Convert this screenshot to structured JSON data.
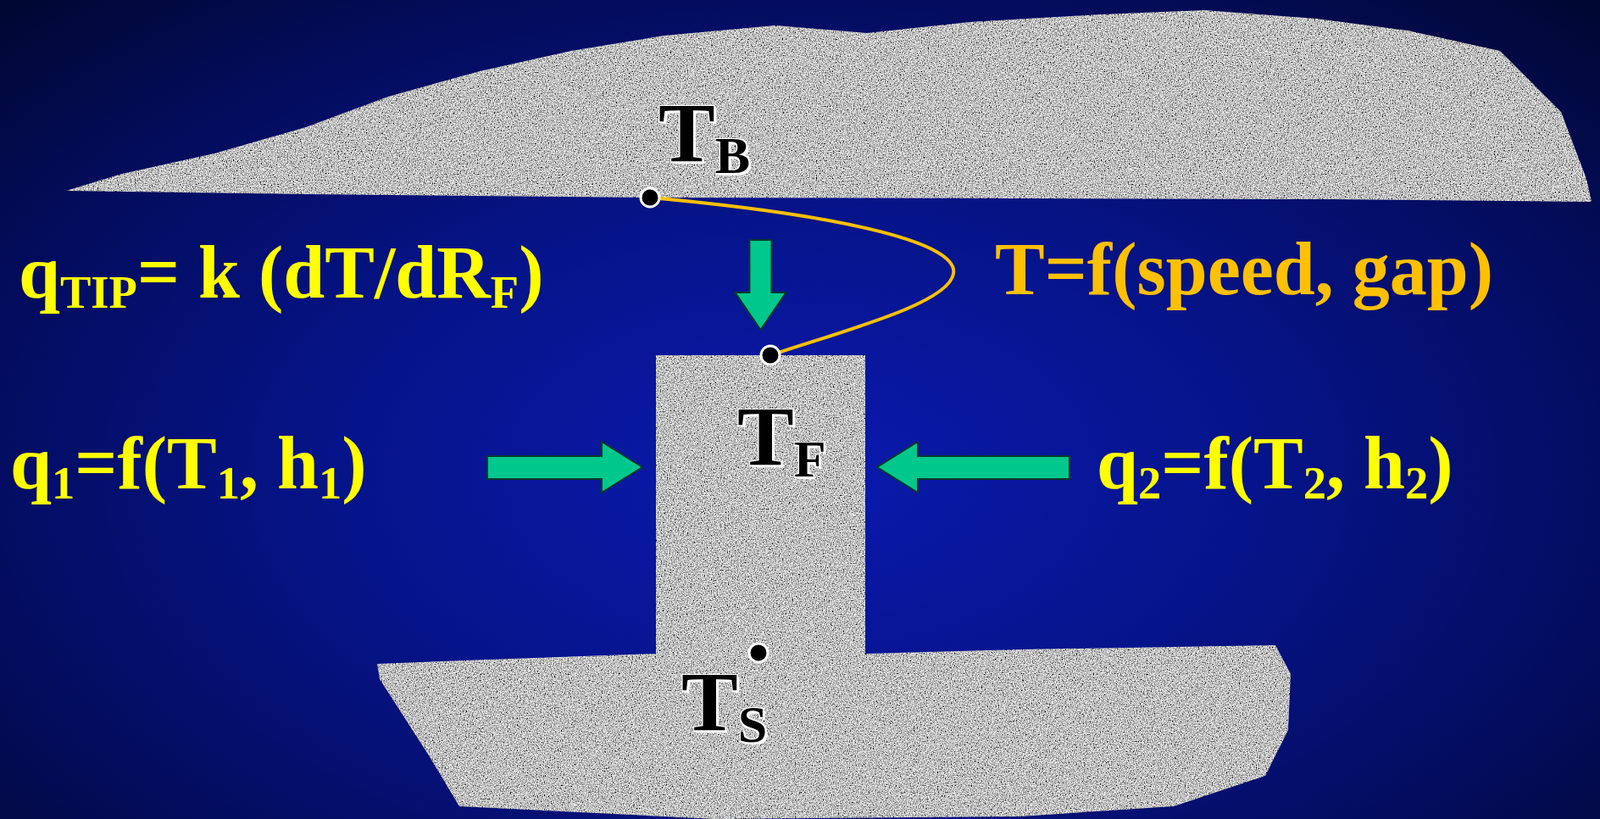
{
  "diagram": {
    "nodes": [
      {
        "text": [
          "TB"
        ]
      },
      {
        "text": [
          "TF"
        ]
      },
      {
        "text": [
          "TS"
        ]
      }
    ],
    "edges": [
      {
        "from": 0,
        "to": 1,
        "arrow": "to"
      },
      {
        "from": 0,
        "to": 1,
        "arrow": "none"
      }
    ],
    "labels": [
      "qTIP= k (dT/dRF)",
      "T=f(speed, gap)",
      "q1=f(T1, h1)",
      "q2=f(T2, h2)"
    ]
  }
}
